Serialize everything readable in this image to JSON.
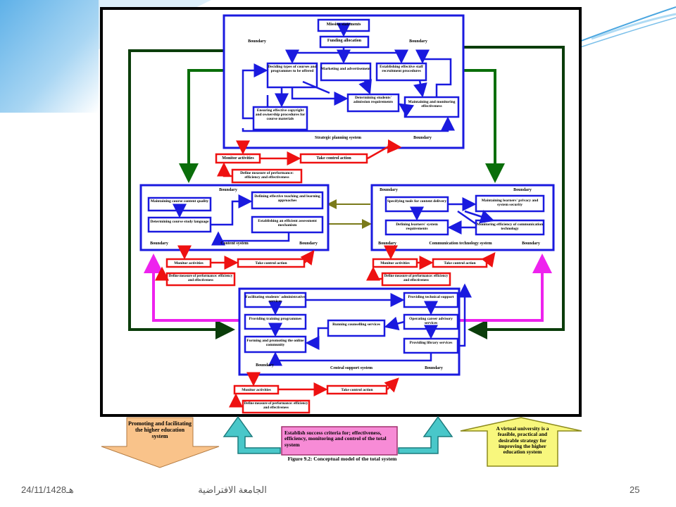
{
  "slide": {
    "page_number": "25",
    "footer_center": "الجامعة الافتراضية",
    "date": "24/11/1428هـ"
  },
  "strategic": {
    "mission": "Mission statements",
    "funding": "Funding allocation",
    "courses": "Deciding types of courses and programmes to be offered",
    "marketing": "Marketing and advertisement",
    "recruitment": "Establishing effective staff recruitment procedures",
    "admission": "Determining students' admission requirements",
    "copyright": "Ensuring effective copyright and ownership procedures for course materials",
    "monitoring": "Maintaining and monitoring effectiveness",
    "system_label": "Strategic planning system",
    "boundary": "Boundary"
  },
  "control": {
    "monitor": "Monitor activities",
    "take": "Take control action",
    "define": "Define measure of performance: efficiency and effectiveness"
  },
  "content": {
    "quality": "Maintaining course content quality",
    "study_language": "Determining course study language",
    "teaching": "Defining effective teaching and learning approaches",
    "assessment": "Establishing an efficient assessment mechanism",
    "system_label": "Content system"
  },
  "communication": {
    "tools": "Specifying tools for content delivery",
    "privacy": "Maintaining learners' privacy and system security",
    "learner_req": "Defining learners' system requirements",
    "monitoring_tech": "Monitoring efficiency of communication technology",
    "system_label": "Communication technology system"
  },
  "central": {
    "admin": "Facilitating students' administrative services",
    "training": "Providing training programmes",
    "community": "Forming and promoting the online community",
    "counselling": "Running counselling services",
    "tech_support": "Providing technical support",
    "career": "Operating career advisory services",
    "library": "Providing library services",
    "system_label": "Central support system"
  },
  "outputs": {
    "left": "Promoting and facilitating the higher education system",
    "center": "Establish success criteria for; effectiveness, efficiency, monitoring and control of the total system",
    "right": "A virtual university is a feasible, practical and desirable strategy for improving the higher education system",
    "caption": "Figure 9.2: Conceptual model of the total system"
  },
  "colors": {
    "blue": "#1a1adf",
    "red": "#ee1111",
    "green": "#0a6e0a",
    "darkgreen": "#0b3d0b",
    "magenta": "#ee22ee",
    "olive": "#7a7a1a",
    "cyan": "#49c7c9",
    "pink": "#f78bd6",
    "orange": "#f9c38a",
    "yellow": "#f8f77d"
  }
}
